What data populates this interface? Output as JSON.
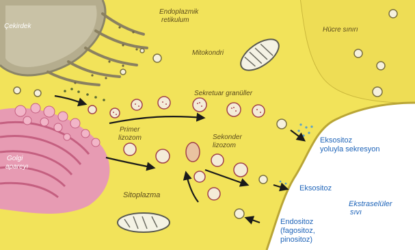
{
  "labels": {
    "nucleus": "Çekirdek",
    "er_line1": "Endoplazmik",
    "er_line2": "retikulum",
    "mitochondrion": "Mitokondri",
    "cell_boundary": "Hücre sınırı",
    "secretory_granules": "Sekretuar granüller",
    "primary_lysosome_line1": "Primer",
    "primary_lysosome_line2": "lizozom",
    "secondary_lysosome_line1": "Sekonder",
    "secondary_lysosome_line2": "lizozom",
    "golgi_line1": "Golgi",
    "golgi_line2": "apareyı",
    "cytoplasm": "Sitoplazma",
    "exocytosis_secretion_line1": "Eksositoz",
    "exocytosis_secretion_line2": "yoluyla sekresyon",
    "exocytosis": "Eksositoz",
    "extracellular_line1": "Ekstraselüler",
    "extracellular_line2": "sıvı",
    "endocytosis_line1": "Endositoz",
    "endocytosis_line2": "(fagositoz,",
    "endocytosis_line3": "pinositoz)"
  },
  "colors": {
    "cytoplasm": "#f2e35a",
    "extracellular": "#ffffff",
    "nucleus": "#b5ad8e",
    "golgi": "#e0809e",
    "label_blue": "#1d63b8"
  }
}
